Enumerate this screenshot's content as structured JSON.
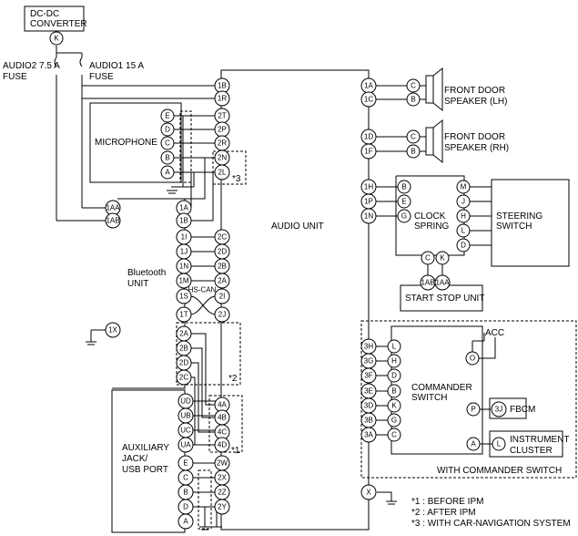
{
  "labels": {
    "dcdc_l1": "DC-DC",
    "dcdc_l2": "CONVERTER",
    "audio2_l1": "AUDIO2 7.5 A",
    "audio2_l2": "FUSE",
    "audio1_l1": "AUDIO1 15 A",
    "audio1_l2": "FUSE",
    "microphone": "MICROPHONE",
    "audio_unit": "AUDIO UNIT",
    "bt_l1": "Bluetooth",
    "bt_l2": "UNIT",
    "hscan": "HS-CAN",
    "aux_l1": "AUXILIARY",
    "aux_l2": "JACK/",
    "aux_l3": "USB PORT",
    "fdl_l1": "FRONT DOOR",
    "fdl_l2": "SPEAKER (LH)",
    "fdr_l1": "FRONT DOOR",
    "fdr_l2": "SPEAKER (RH)",
    "clock_l1": "CLOCK",
    "clock_l2": "SPRING",
    "steer_l1": "STEERING",
    "steer_l2": "SWITCH",
    "start_stop": "START STOP UNIT",
    "acc": "ACC",
    "cmd_l1": "COMMANDER",
    "cmd_l2": "SWITCH",
    "fbcm": "FBCM",
    "inst_l1": "INSTRUMENT",
    "inst_l2": "CLUSTER",
    "with_cmd": "WITH COMMANDER SWITCH",
    "mark1": "*1",
    "mark2": "*2",
    "mark3": "*3",
    "note1": "*1 : BEFORE IPM",
    "note2": "*2 : AFTER IPM",
    "note3": "*3 : WITH CAR-NAVIGATION SYSTEM"
  },
  "connectors": {
    "dcdc": "K",
    "au_left": [
      "1B",
      "1R",
      "2T",
      "2P",
      "2R",
      "2N",
      "2L",
      "2C",
      "2D",
      "2B",
      "2A",
      "2I",
      "2J",
      "4A",
      "4B",
      "4C",
      "4D",
      "2W",
      "2X",
      "2Z",
      "2Y"
    ],
    "au_right": [
      "1A",
      "1C",
      "1D",
      "1F",
      "1H",
      "1P",
      "1N",
      "X"
    ],
    "mic": [
      "E",
      "D",
      "C",
      "B",
      "A"
    ],
    "bt_right": [
      "1A",
      "1B",
      "1I",
      "1J",
      "1N",
      "1M",
      "1S",
      "1T",
      "2A",
      "2B",
      "2D",
      "2C"
    ],
    "bt_left": [
      "1AA",
      "1AB",
      "1X"
    ],
    "aux": [
      "UD",
      "UB",
      "UC",
      "UA",
      "E",
      "C",
      "B",
      "D",
      "A"
    ],
    "spk_lh": [
      "C",
      "B"
    ],
    "spk_rh": [
      "C",
      "B"
    ],
    "clock": [
      "B",
      "E",
      "G",
      "C",
      "K",
      "1AB",
      "1AA"
    ],
    "steer": [
      "M",
      "J",
      "H",
      "L",
      "D"
    ],
    "cmd_left": [
      "3H",
      "3G",
      "3F",
      "3E",
      "3D",
      "3B",
      "3A"
    ],
    "cmd": [
      "L",
      "H",
      "D",
      "B",
      "K",
      "G",
      "C",
      "O",
      "P",
      "A"
    ],
    "fbcm": "3J",
    "inst": "L"
  }
}
